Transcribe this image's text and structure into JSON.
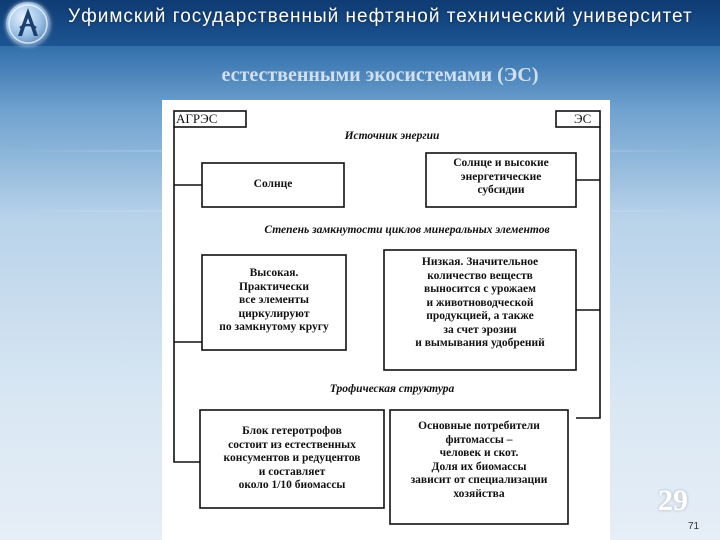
{
  "header": {
    "university": "Уфимский государственный нефтяной технический университет"
  },
  "slide": {
    "title": "естественными экосистемами (ЭС)",
    "page_number": "29",
    "sub_number": "71"
  },
  "diagram": {
    "corner_left": "АГРЭС",
    "corner_right": "ЭС",
    "section1": {
      "caption": "Источник энергии",
      "left": "Солнце",
      "right": [
        "Солнце и высокие",
        "энергетические",
        "субсидии"
      ]
    },
    "section2": {
      "caption": "Степень замкнутости циклов минеральных элементов",
      "left": [
        "Высокая.",
        "Практически",
        "все элементы",
        "циркулируют",
        "по замкнутому кругу"
      ],
      "right": [
        "Низкая. Значительное",
        "количество веществ",
        "выносится с урожаем",
        "и животноводческой",
        "продукцией, а также",
        "за счет эрозии",
        "и вымывания удобрений"
      ]
    },
    "section3": {
      "caption": "Трофическая структура",
      "left": [
        "Блок гетеротрофов",
        "состоит из естественных",
        "консументов и редуцентов",
        "и составляет",
        "около 1/10 биомассы"
      ],
      "right": [
        "Основные потребители",
        "фитомассы –",
        "человек и скот.",
        "Доля их биомассы",
        "зависит от специализации",
        "хозяйства"
      ]
    }
  }
}
